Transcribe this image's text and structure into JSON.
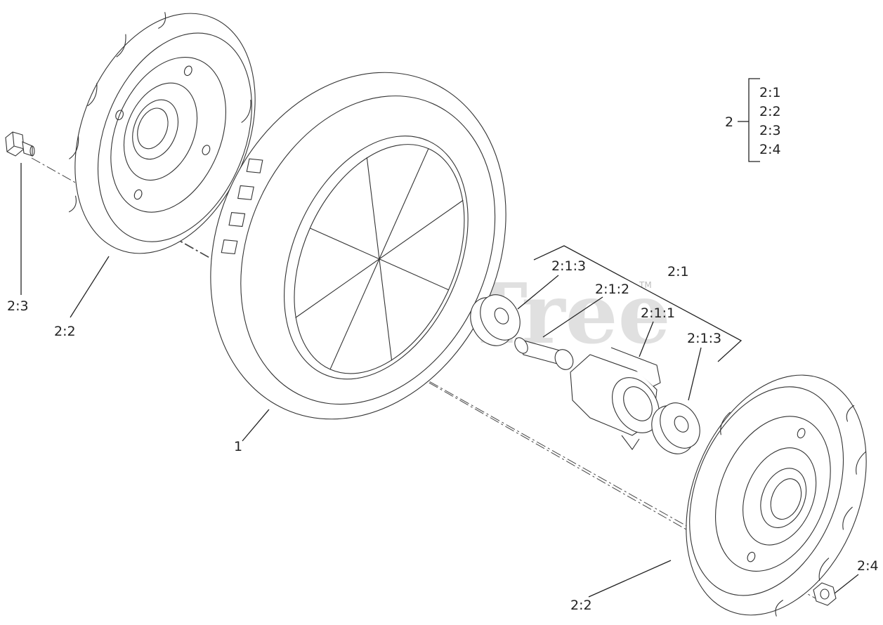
{
  "watermark": {
    "text": "PartsTree",
    "trademark": "TM"
  },
  "callouts": {
    "tire": "1",
    "hub_left": "2:2",
    "bolt": "2:3",
    "hub_right": "2:2",
    "nut": "2:4",
    "bearing_outer": "2:1:3",
    "spacer": "2:1:2",
    "bearing_housing": "2:1:1",
    "bearing_inner": "2:1:3",
    "bearing_kit": "2:1"
  },
  "kit_legend": {
    "parent": "2",
    "items": [
      "2:1",
      "2:2",
      "2:3",
      "2:4"
    ]
  }
}
